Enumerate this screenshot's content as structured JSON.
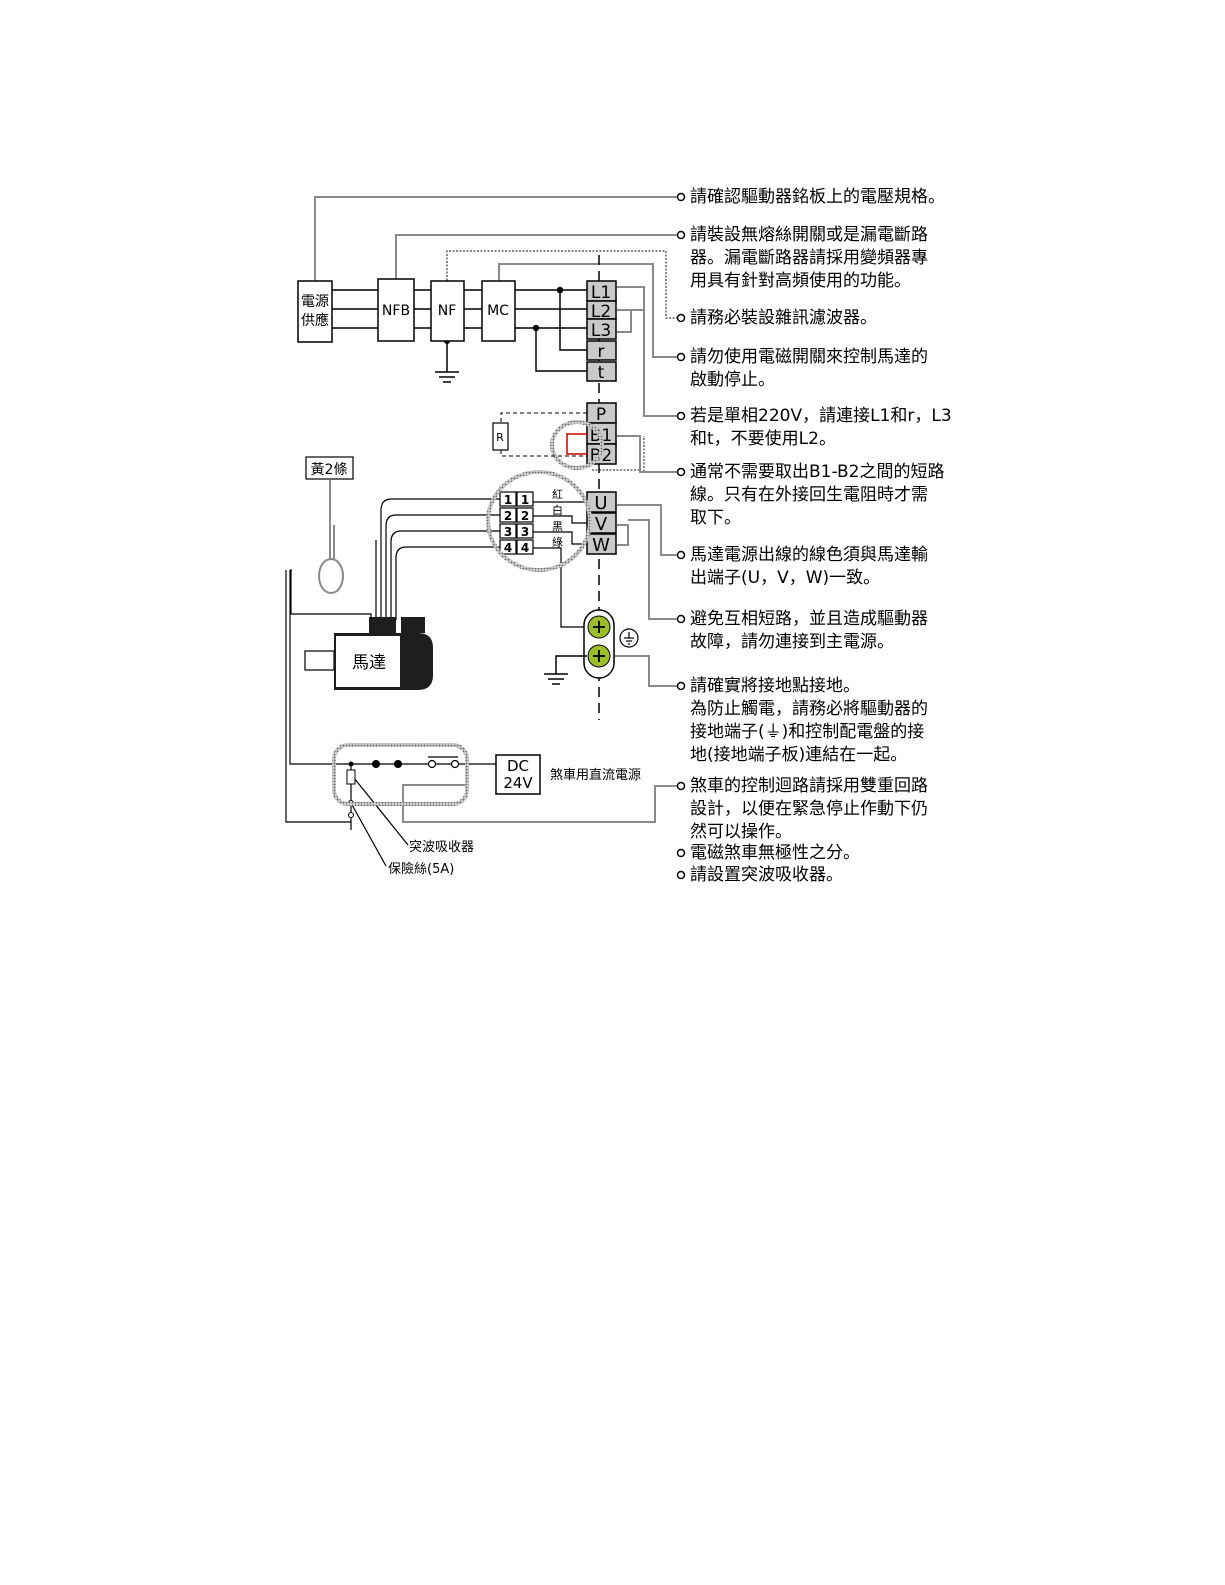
{
  "components": {
    "power_supply": [
      "電源",
      "供應"
    ],
    "nfb": "NFB",
    "nf": "NF",
    "mc": "MC",
    "terminals_top": [
      "L1",
      "L2",
      "L3",
      "r",
      "t"
    ],
    "terminals_regen": [
      "P",
      "B1",
      "B2"
    ],
    "resistor": "R",
    "terminals_motor": [
      "U",
      "V",
      "W"
    ],
    "connector_left": [
      "1",
      "2",
      "3",
      "4"
    ],
    "connector_right": [
      "1",
      "2",
      "3",
      "4"
    ],
    "wire_colors": [
      "紅",
      "白",
      "黑",
      "綠"
    ],
    "motor": "馬達",
    "yellow_tag": "黃2條",
    "dc_supply": [
      "DC",
      "24V"
    ],
    "dc_supply_label": "煞車用直流電源",
    "surge_absorber": "突波吸收器",
    "fuse": "保險絲(5A)",
    "ground_symbol": "⏚"
  },
  "notes": [
    {
      "lines": [
        "請確認驅動器銘板上的電壓規格。"
      ]
    },
    {
      "lines": [
        "請裝設無熔絲開關或是漏電斷路",
        "器。漏電斷路器請採用變頻器專",
        "用具有針對高頻使用的功能。"
      ]
    },
    {
      "lines": [
        "請務必裝設雜訊濾波器。"
      ]
    },
    {
      "lines": [
        "請勿使用電磁開關來控制馬達的",
        "啟動停止。"
      ]
    },
    {
      "lines": [
        "若是單相220V，請連接L1和r，L3",
        "和t，不要使用L2。"
      ]
    },
    {
      "lines": [
        "通常不需要取出B1-B2之間的短路",
        "線。只有在外接回生電阻時才需",
        "取下。"
      ]
    },
    {
      "lines": [
        "馬達電源出線的線色須與馬達輸",
        "出端子(U，V，W)一致。"
      ]
    },
    {
      "lines": [
        "避免互相短路，並且造成驅動器",
        "故障，請勿連接到主電源。"
      ]
    },
    {
      "lines": [
        "請確實將接地點接地。",
        "為防止觸電，請務必將驅動器的",
        "接地端子(⏚)和控制配電盤的接",
        "地(接地端子板)連結在一起。"
      ]
    },
    {
      "lines": [
        "煞車的控制迴路請採用雙重回路",
        "設計，以便在緊急停止作動下仍",
        "然可以操作。"
      ]
    },
    {
      "lines": [
        "電磁煞車無極性之分。"
      ]
    },
    {
      "lines": [
        "請設置突波吸收器。"
      ]
    }
  ]
}
